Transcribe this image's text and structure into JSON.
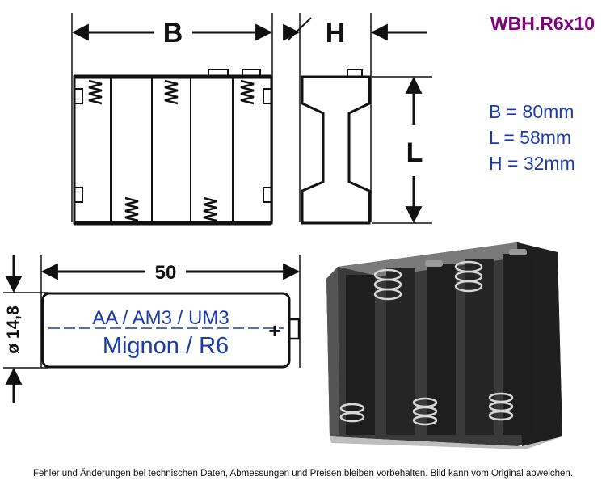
{
  "model": "WBH.R6x10",
  "specs": [
    "B = 80mm",
    "L = 58mm",
    "H = 32mm"
  ],
  "dims": {
    "width_label": "B",
    "height_label": "H",
    "length_label": "L",
    "battery_length": "50",
    "battery_diameter": "ø 14,8"
  },
  "battery": {
    "line1": "AA / AM3 / UM3",
    "line2": "Mignon / R6",
    "polarity": "+"
  },
  "disclaimer": "Fehler und Änderungen bei technischen Daten, Abmessungen und Preisen bleiben vorbehalten. Bild kann vom Original abweichen.",
  "colors": {
    "model": "#800080",
    "specs": "#1a3ca8",
    "line": "#111111"
  }
}
